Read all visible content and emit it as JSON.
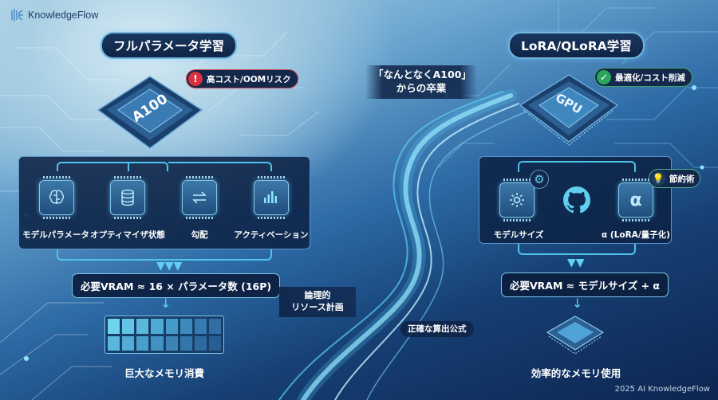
{
  "brand": {
    "name": "KnowledgeFlow",
    "logo_icon": "brain-network-icon"
  },
  "footer": "2025 AI KnowledgeFlow",
  "left": {
    "title": "フルパラメータ学習",
    "chip_label": "A100",
    "warning_tag": {
      "icon": "exclamation-icon",
      "text": "高コスト/OOMリスク",
      "color": "#d93340"
    },
    "components": [
      {
        "icon": "brain-icon",
        "label": "モデルパラメータ"
      },
      {
        "icon": "database-icon",
        "label": "オプティマイザ状態"
      },
      {
        "icon": "swap-arrows-icon",
        "label": "勾配"
      },
      {
        "icon": "bar-chart-icon",
        "label": "アクティベーション"
      }
    ],
    "formula": "必要VRAM ≈ 16 × パラメータ数 (16P)",
    "result_label": "巨大なメモリ消費",
    "memory_blocks": 16
  },
  "center": {
    "headline_line1": "「なんとなくA100」",
    "headline_line2": "からの卒業",
    "callout_left_line1": "論理的",
    "callout_left_line2": "リソース計画",
    "callout_right": "正確な算出公式"
  },
  "right": {
    "title": "LoRA/QLoRA学習",
    "chip_label": "GPU",
    "success_tag": {
      "icon": "check-icon",
      "text": "最適化/コスト削減",
      "color": "#2aa55c"
    },
    "components": [
      {
        "icon": "gear-icon",
        "label": "モデルサイズ"
      },
      {
        "icon": "alpha-icon",
        "label": "α (LoRA/量子化)"
      }
    ],
    "center_icon": "github-icon",
    "tip_badge": {
      "icon": "lightbulb-icon",
      "text": "節約術"
    },
    "formula": "必要VRAM ≈ モデルサイズ + α",
    "result_label": "効率的なメモリ使用"
  },
  "colors": {
    "accent_cyan": "#4fc3ea",
    "panel_bg": "#0c2246",
    "title_bg": "#13284a"
  }
}
